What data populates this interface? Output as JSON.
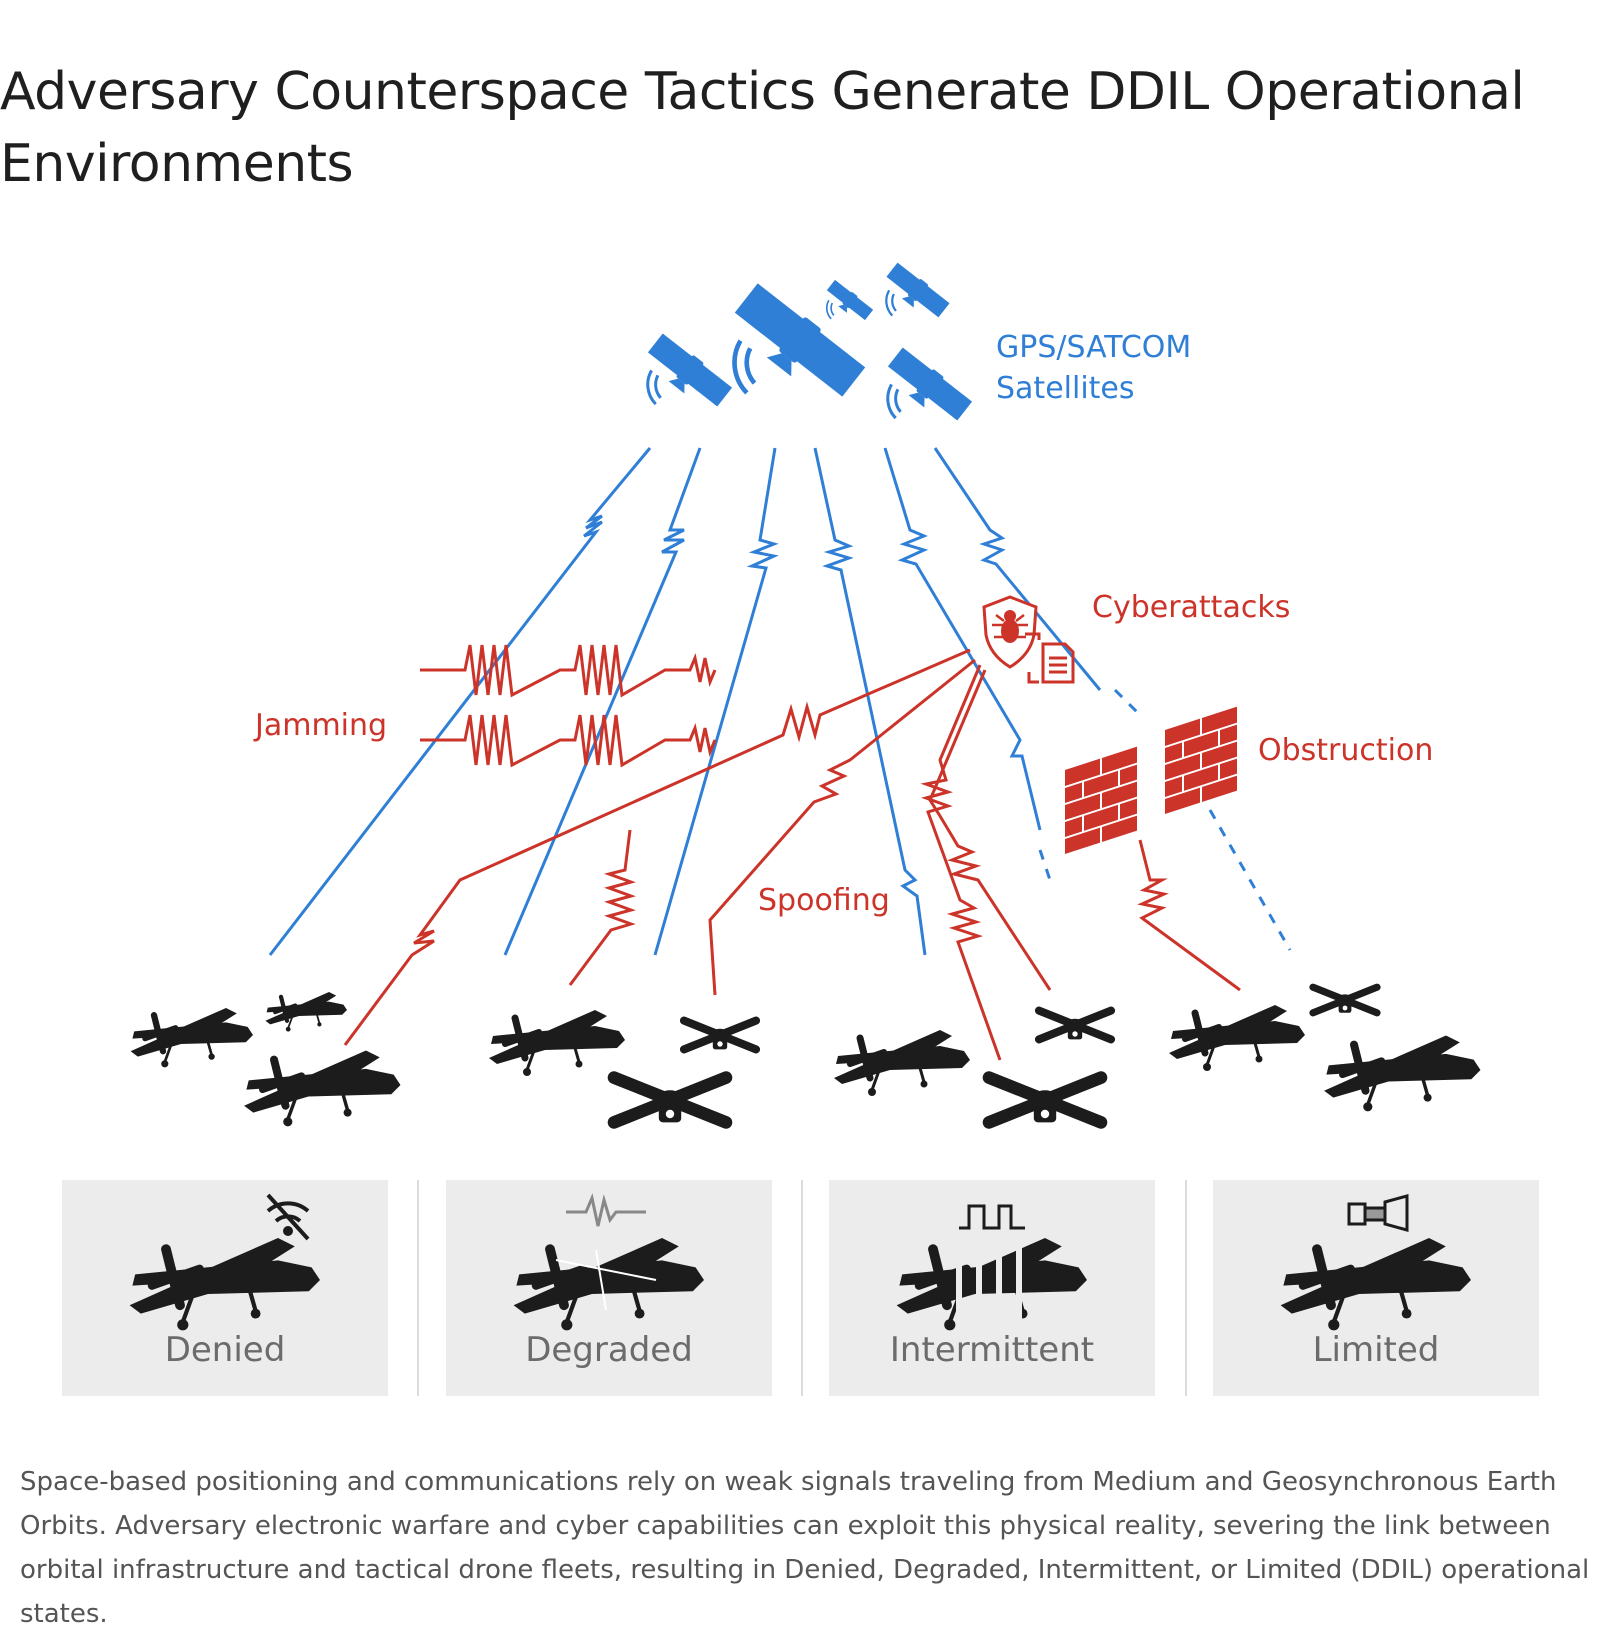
{
  "title": "Adversary Counterspace Tactics Generate DDIL Operational Environments",
  "labels": {
    "satellites_line1": "GPS/SATCOM",
    "satellites_line2": "Satellites",
    "cyberattacks": "Cyberattacks",
    "jamming": "Jamming",
    "obstruction": "Obstruction",
    "spoofing": "Spoofing"
  },
  "colors": {
    "signal": "#2f7fd6",
    "threat": "#cc3329",
    "drone": "#1c1c1c",
    "card": "#ececec"
  },
  "states": [
    {
      "label": "Denied",
      "icon": "no-signal-icon"
    },
    {
      "label": "Degraded",
      "icon": "noisy-waveform-icon"
    },
    {
      "label": "Intermittent",
      "icon": "pulse-signal-icon"
    },
    {
      "label": "Limited",
      "icon": "narrow-beam-icon"
    }
  ],
  "caption": "Space-based positioning and communications rely on weak signals traveling from Medium and Geosynchronous Earth Orbits. Adversary electronic warfare and cyber capabilities can exploit this physical reality, severing the link between orbital infrastructure and tactical drone fleets, resulting in Denied, Degraded, Intermittent, or Limited (DDIL) operational states."
}
